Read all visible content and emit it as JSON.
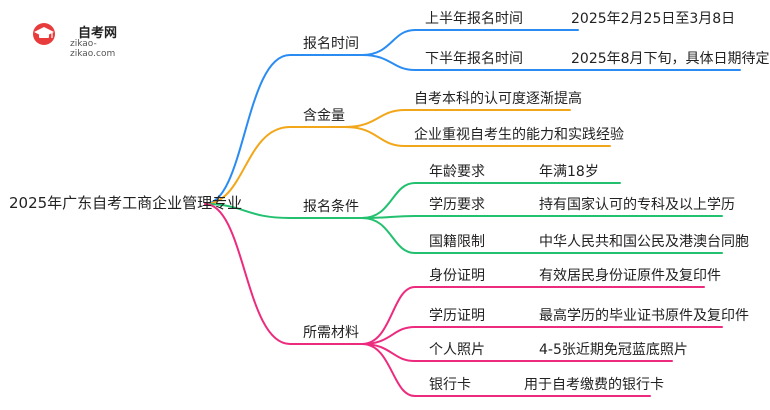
{
  "brand": {
    "name": "自考网",
    "url": "zikao-zikao.com"
  },
  "root": "2025年广东自考工商企业管理专业",
  "branches": {
    "time": {
      "label": "报名时间",
      "color": "#2a8cf2",
      "items": [
        {
          "key": "上半年报名时间",
          "value": "2025年2月25日至3月8日"
        },
        {
          "key": "下半年报名时间",
          "value": "2025年8月下旬，具体日期待定"
        }
      ]
    },
    "value": {
      "label": "含金量",
      "color": "#f2a71a",
      "items": [
        {
          "key": "自考本科的认可度逐渐提高"
        },
        {
          "key": "企业重视自考生的能力和实践经验"
        }
      ]
    },
    "conditions": {
      "label": "报名条件",
      "color": "#22c06f",
      "items": [
        {
          "key": "年龄要求",
          "value": "年满18岁"
        },
        {
          "key": "学历要求",
          "value": "持有国家认可的专科及以上学历"
        },
        {
          "key": "国籍限制",
          "value": "中华人民共和国公民及港澳台同胞"
        }
      ]
    },
    "materials": {
      "label": "所需材料",
      "color": "#ec2b7f",
      "items": [
        {
          "key": "身份证明",
          "value": "有效居民身份证原件及复印件"
        },
        {
          "key": "学历证明",
          "value": "最高学历的毕业证书原件及复印件"
        },
        {
          "key": "个人照片",
          "value": "4-5张近期免冠蓝底照片"
        },
        {
          "key": "银行卡",
          "value": "用于自考缴费的银行卡"
        }
      ]
    }
  }
}
